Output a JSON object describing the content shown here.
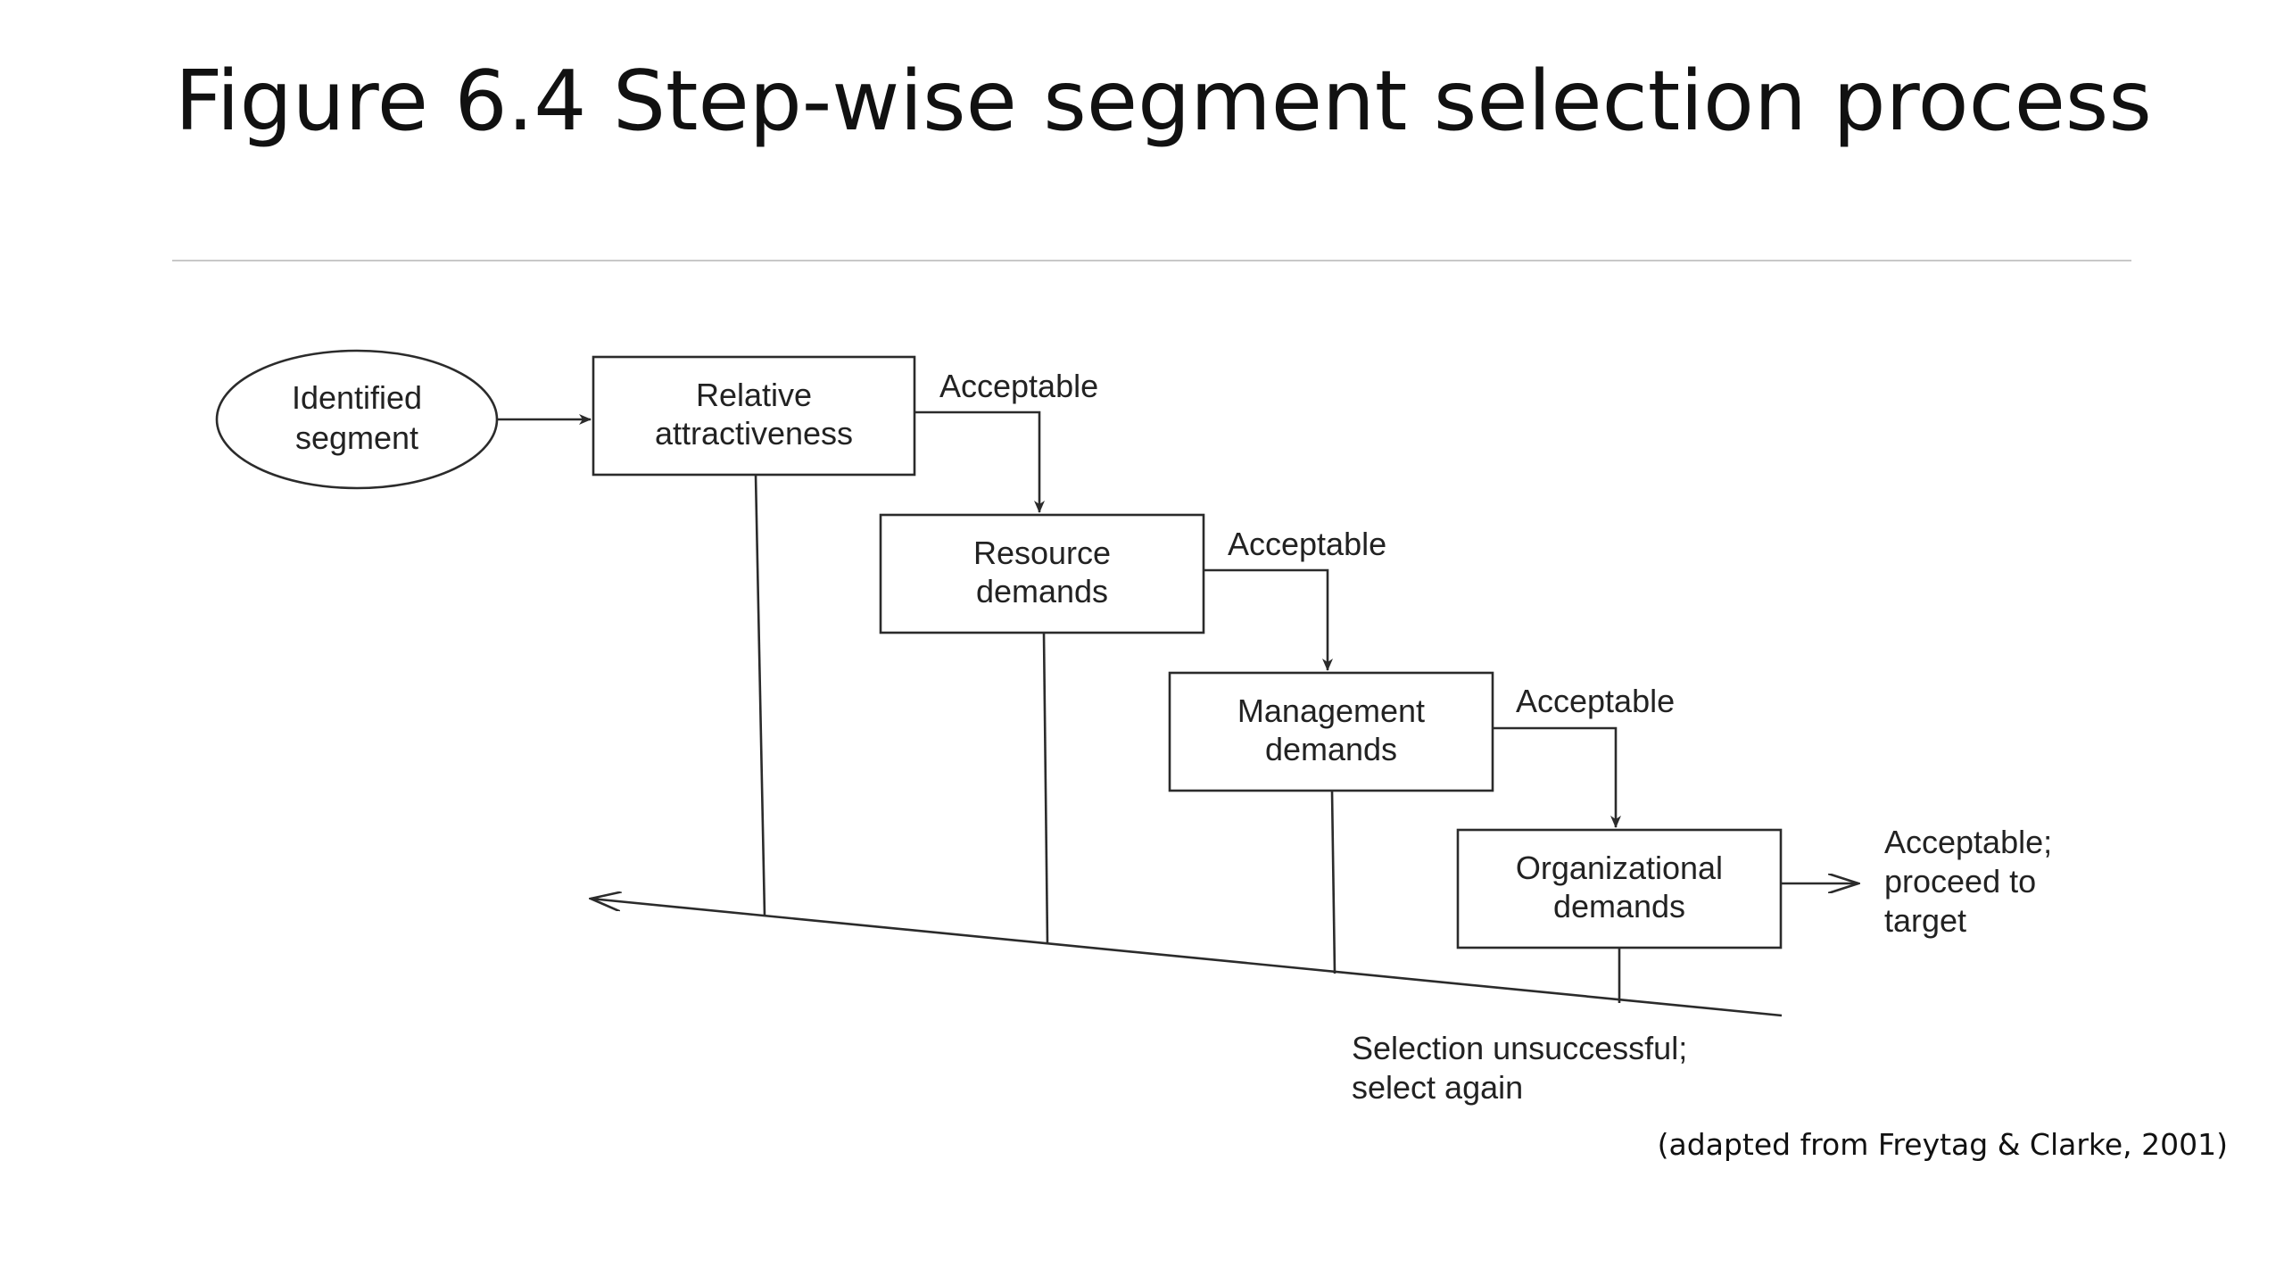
{
  "slide": {
    "title": "Figure 6.4 Step-wise segment selection process",
    "source": "(adapted from Freytag & Clarke, 2001)"
  },
  "diagram": {
    "start": {
      "lines": [
        "Identified",
        "segment"
      ]
    },
    "steps": [
      {
        "lines": [
          "Relative",
          "attractiveness"
        ]
      },
      {
        "lines": [
          "Resource",
          "demands"
        ]
      },
      {
        "lines": [
          "Management",
          "demands"
        ]
      },
      {
        "lines": [
          "Organizational",
          "demands"
        ]
      }
    ],
    "acceptable_labels": [
      "Acceptable",
      "Acceptable",
      "Acceptable"
    ],
    "final_label": [
      "Acceptable;",
      "proceed to",
      "target"
    ],
    "failure_label": [
      "Selection unsuccessful;",
      "select again"
    ]
  }
}
